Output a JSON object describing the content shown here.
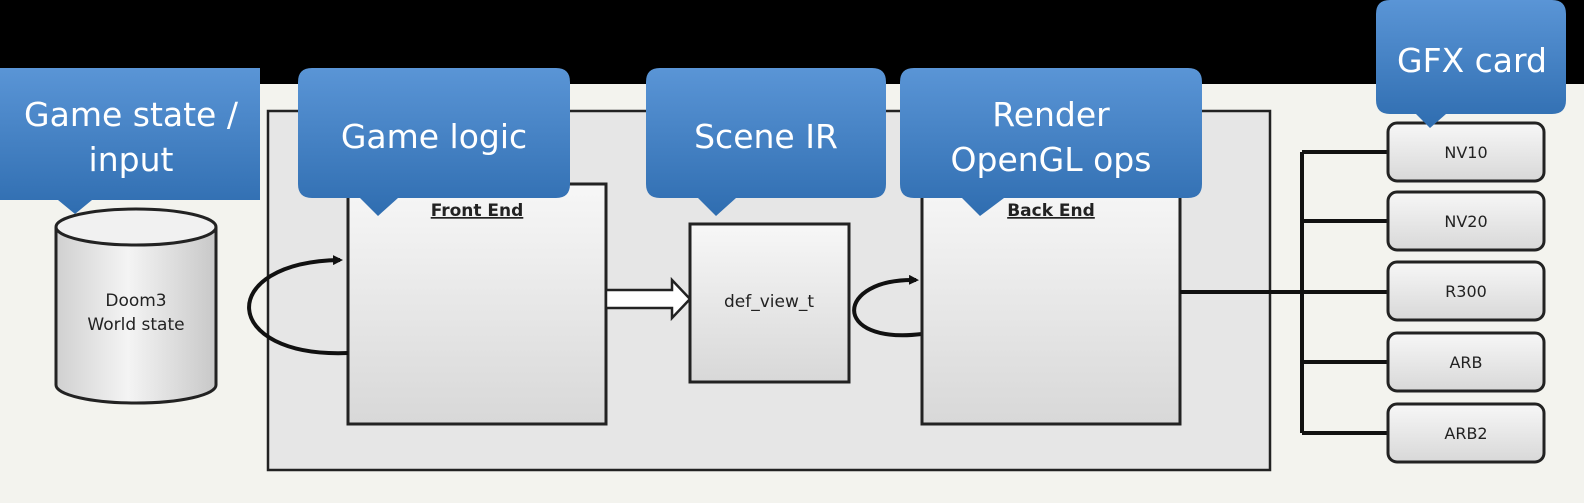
{
  "callouts": {
    "game_state": [
      "Game state /",
      "input"
    ],
    "game_logic": "Game logic",
    "scene_ir": "Scene IR",
    "render": [
      "Render",
      "OpenGL ops"
    ],
    "gfx_card": "GFX card"
  },
  "database": [
    "Doom3",
    "World state"
  ],
  "front_end": {
    "title": "Front End"
  },
  "def_view": "def_view_t",
  "back_end": {
    "title": "Back End"
  },
  "gfx_cards": [
    "NV10",
    "NV20",
    "R300",
    "ARB",
    "ARB2"
  ],
  "colors": {
    "callout_blue": "#3e7cc1",
    "callout_blue_light": "#5a95d6",
    "background": "#f3f3ee",
    "header": "#000000",
    "line": "#111111"
  }
}
